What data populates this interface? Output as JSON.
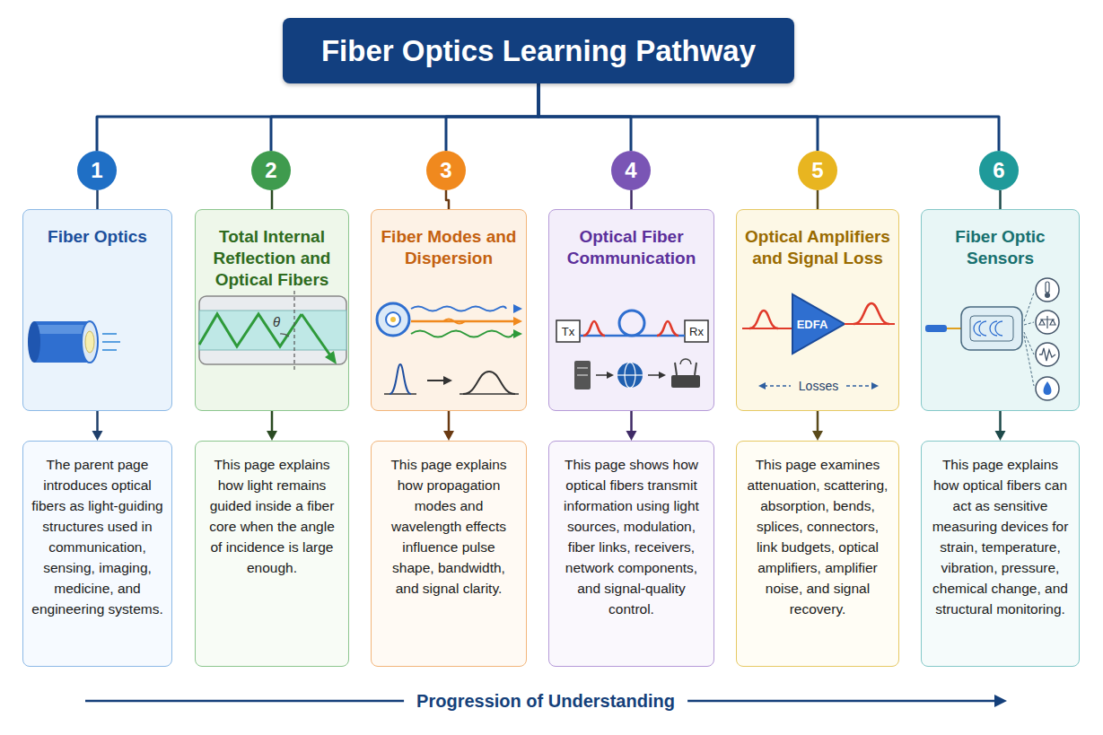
{
  "diagram": {
    "nodes": [
      {
        "text": [
          "Fiber Optics Learning Pathway"
        ]
      },
      {
        "text": [
          "1"
        ]
      },
      {
        "text": [
          "Fiber Optics"
        ]
      },
      {
        "text": [
          "The parent page introduces optical fibers as light-guiding structures used in communication, sensing, imaging, medicine, and engineering systems."
        ]
      },
      {
        "text": [
          "2"
        ]
      },
      {
        "text": [
          "Total Internal Reflection and Optical Fibers"
        ]
      },
      {
        "text": [
          "This page explains how light remains guided inside a fiber core when the angle of incidence is large enough."
        ]
      },
      {
        "text": [
          "3"
        ]
      },
      {
        "text": [
          "Fiber Modes and Dispersion"
        ]
      },
      {
        "text": [
          "This page explains how propagation modes and wavelength effects influence pulse shape, bandwidth, and signal clarity."
        ]
      },
      {
        "text": [
          "4"
        ]
      },
      {
        "text": [
          "Optical Fiber Communication"
        ]
      },
      {
        "text": [
          "This page shows how optical fibers transmit information using light sources, modulation, fiber links, receivers, network components, and signal-quality control."
        ]
      },
      {
        "text": [
          "5"
        ]
      },
      {
        "text": [
          "Optical Amplifiers and Signal Loss"
        ]
      },
      {
        "text": [
          "This page examines attenuation, scattering, absorption, bends, splices, connectors, link budgets, optical amplifiers, amplifier noise, and signal recovery."
        ]
      },
      {
        "text": [
          "6"
        ]
      },
      {
        "text": [
          "Fiber Optic Sensors"
        ]
      },
      {
        "text": [
          "This page explains how optical fibers can act as sensitive measuring devices for strain, temperature, vibration, pressure, chemical change, and structural monitoring."
        ]
      }
    ],
    "edges": [
      {
        "from": 0,
        "to": 1,
        "arrow": "none"
      },
      {
        "from": 1,
        "to": 2,
        "arrow": "none"
      },
      {
        "from": 2,
        "to": 3,
        "arrow": "to"
      },
      {
        "from": 0,
        "to": 4,
        "arrow": "none"
      },
      {
        "from": 4,
        "to": 5,
        "arrow": "none"
      },
      {
        "from": 5,
        "to": 6,
        "arrow": "to"
      },
      {
        "from": 0,
        "to": 7,
        "arrow": "none"
      },
      {
        "from": 7,
        "to": 8,
        "arrow": "none"
      },
      {
        "from": 8,
        "to": 9,
        "arrow": "to"
      },
      {
        "from": 0,
        "to": 10,
        "arrow": "none"
      },
      {
        "from": 10,
        "to": 11,
        "arrow": "none"
      },
      {
        "from": 11,
        "to": 12,
        "arrow": "to"
      },
      {
        "from": 0,
        "to": 13,
        "arrow": "none"
      },
      {
        "from": 13,
        "to": 14,
        "arrow": "none"
      },
      {
        "from": 14,
        "to": 15,
        "arrow": "to"
      },
      {
        "from": 0,
        "to": 16,
        "arrow": "none"
      },
      {
        "from": 16,
        "to": 17,
        "arrow": "none"
      },
      {
        "from": 17,
        "to": 18,
        "arrow": "to"
      }
    ],
    "labels": [
      "θ",
      "Tx",
      "Rx",
      "EDFA",
      "Losses",
      "Progression of Understanding"
    ]
  }
}
